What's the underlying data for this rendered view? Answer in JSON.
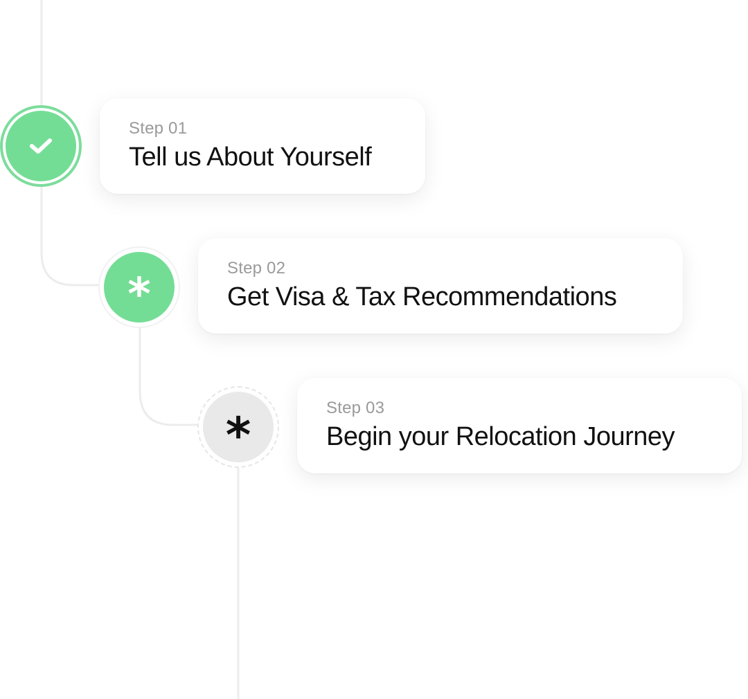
{
  "accent_color": "#74dd95",
  "pending_color": "#e9e9e9",
  "steps": [
    {
      "label": "Step 01",
      "title": "Tell us About Yourself",
      "status": "completed",
      "icon": "checkmark-icon"
    },
    {
      "label": "Step 02",
      "title": "Get Visa & Tax Recommendations",
      "status": "current",
      "icon": "asterisk-icon",
      "glyph": "*"
    },
    {
      "label": "Step 03",
      "title": "Begin your Relocation Journey",
      "status": "upcoming",
      "icon": "asterisk-icon",
      "glyph": "*"
    }
  ]
}
